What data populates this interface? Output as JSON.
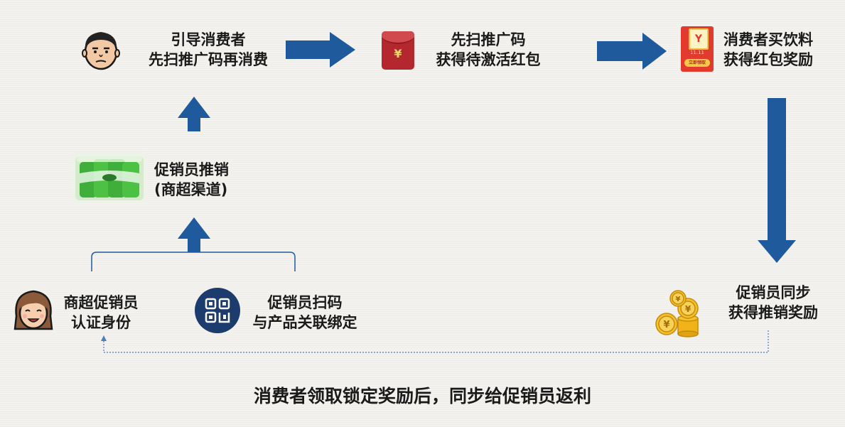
{
  "nodes": {
    "consumer_guide": {
      "line1": "引导消费者",
      "line2": "先扫推广码再消费"
    },
    "scan_code": {
      "line1": "先扫推广码",
      "line2": "获得待激活红包"
    },
    "consumer_buy": {
      "line1": "消费者买饮料",
      "line2": "获得红包奖励"
    },
    "promoter_sell": {
      "line1": "促销员推销",
      "line2": "(商超渠道)"
    },
    "promoter_reward": {
      "line1": "促销员同步",
      "line2": "获得推销奖励"
    },
    "promoter_verify": {
      "line1": "商超促销员",
      "line2": "认证身份"
    },
    "promoter_scan": {
      "line1": "促销员扫码",
      "line2": "与产品关联绑定"
    }
  },
  "icons": {
    "envelope_symbol": "¥",
    "coupon_symbol": "Y",
    "coupon_small": "11.11",
    "coupon_button": "立即领取",
    "coin_symbol": "¥"
  },
  "footer": {
    "text": "消费者领取锁定奖励后，同步给促销员返利"
  },
  "colors": {
    "arrow": "#1e5a9c",
    "icon_dark": "#1d3c6e",
    "envelope": "#c0392b"
  }
}
